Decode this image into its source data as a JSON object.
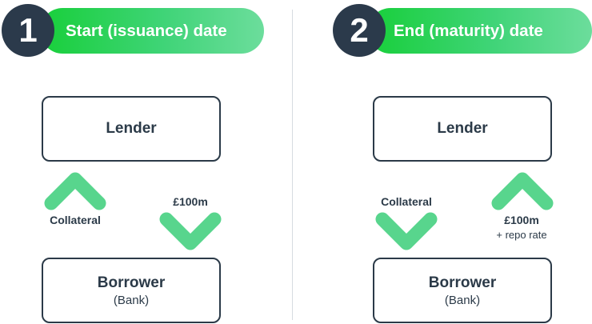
{
  "colors": {
    "accent_green": "#58d58d",
    "banner_green_start": "#18cf3a",
    "banner_green_end": "#6cdd9c",
    "dark_navy": "#2b3a4b"
  },
  "left": {
    "step_number": "1",
    "heading": "Start (issuance) date",
    "top_box": {
      "title": "Lender"
    },
    "bottom_box": {
      "title": "Borrower",
      "subtitle": "(Bank)"
    },
    "arrow_up": {
      "icon": "chevron-up-icon",
      "label": "Collateral"
    },
    "arrow_down": {
      "icon": "chevron-down-icon",
      "label": "£100m"
    }
  },
  "right": {
    "step_number": "2",
    "heading": "End (maturity) date",
    "top_box": {
      "title": "Lender"
    },
    "bottom_box": {
      "title": "Borrower",
      "subtitle": "(Bank)"
    },
    "arrow_down": {
      "icon": "chevron-down-icon",
      "label": "Collateral"
    },
    "arrow_up": {
      "icon": "chevron-up-icon",
      "label": "£100m",
      "sublabel": "+ repo rate"
    }
  }
}
